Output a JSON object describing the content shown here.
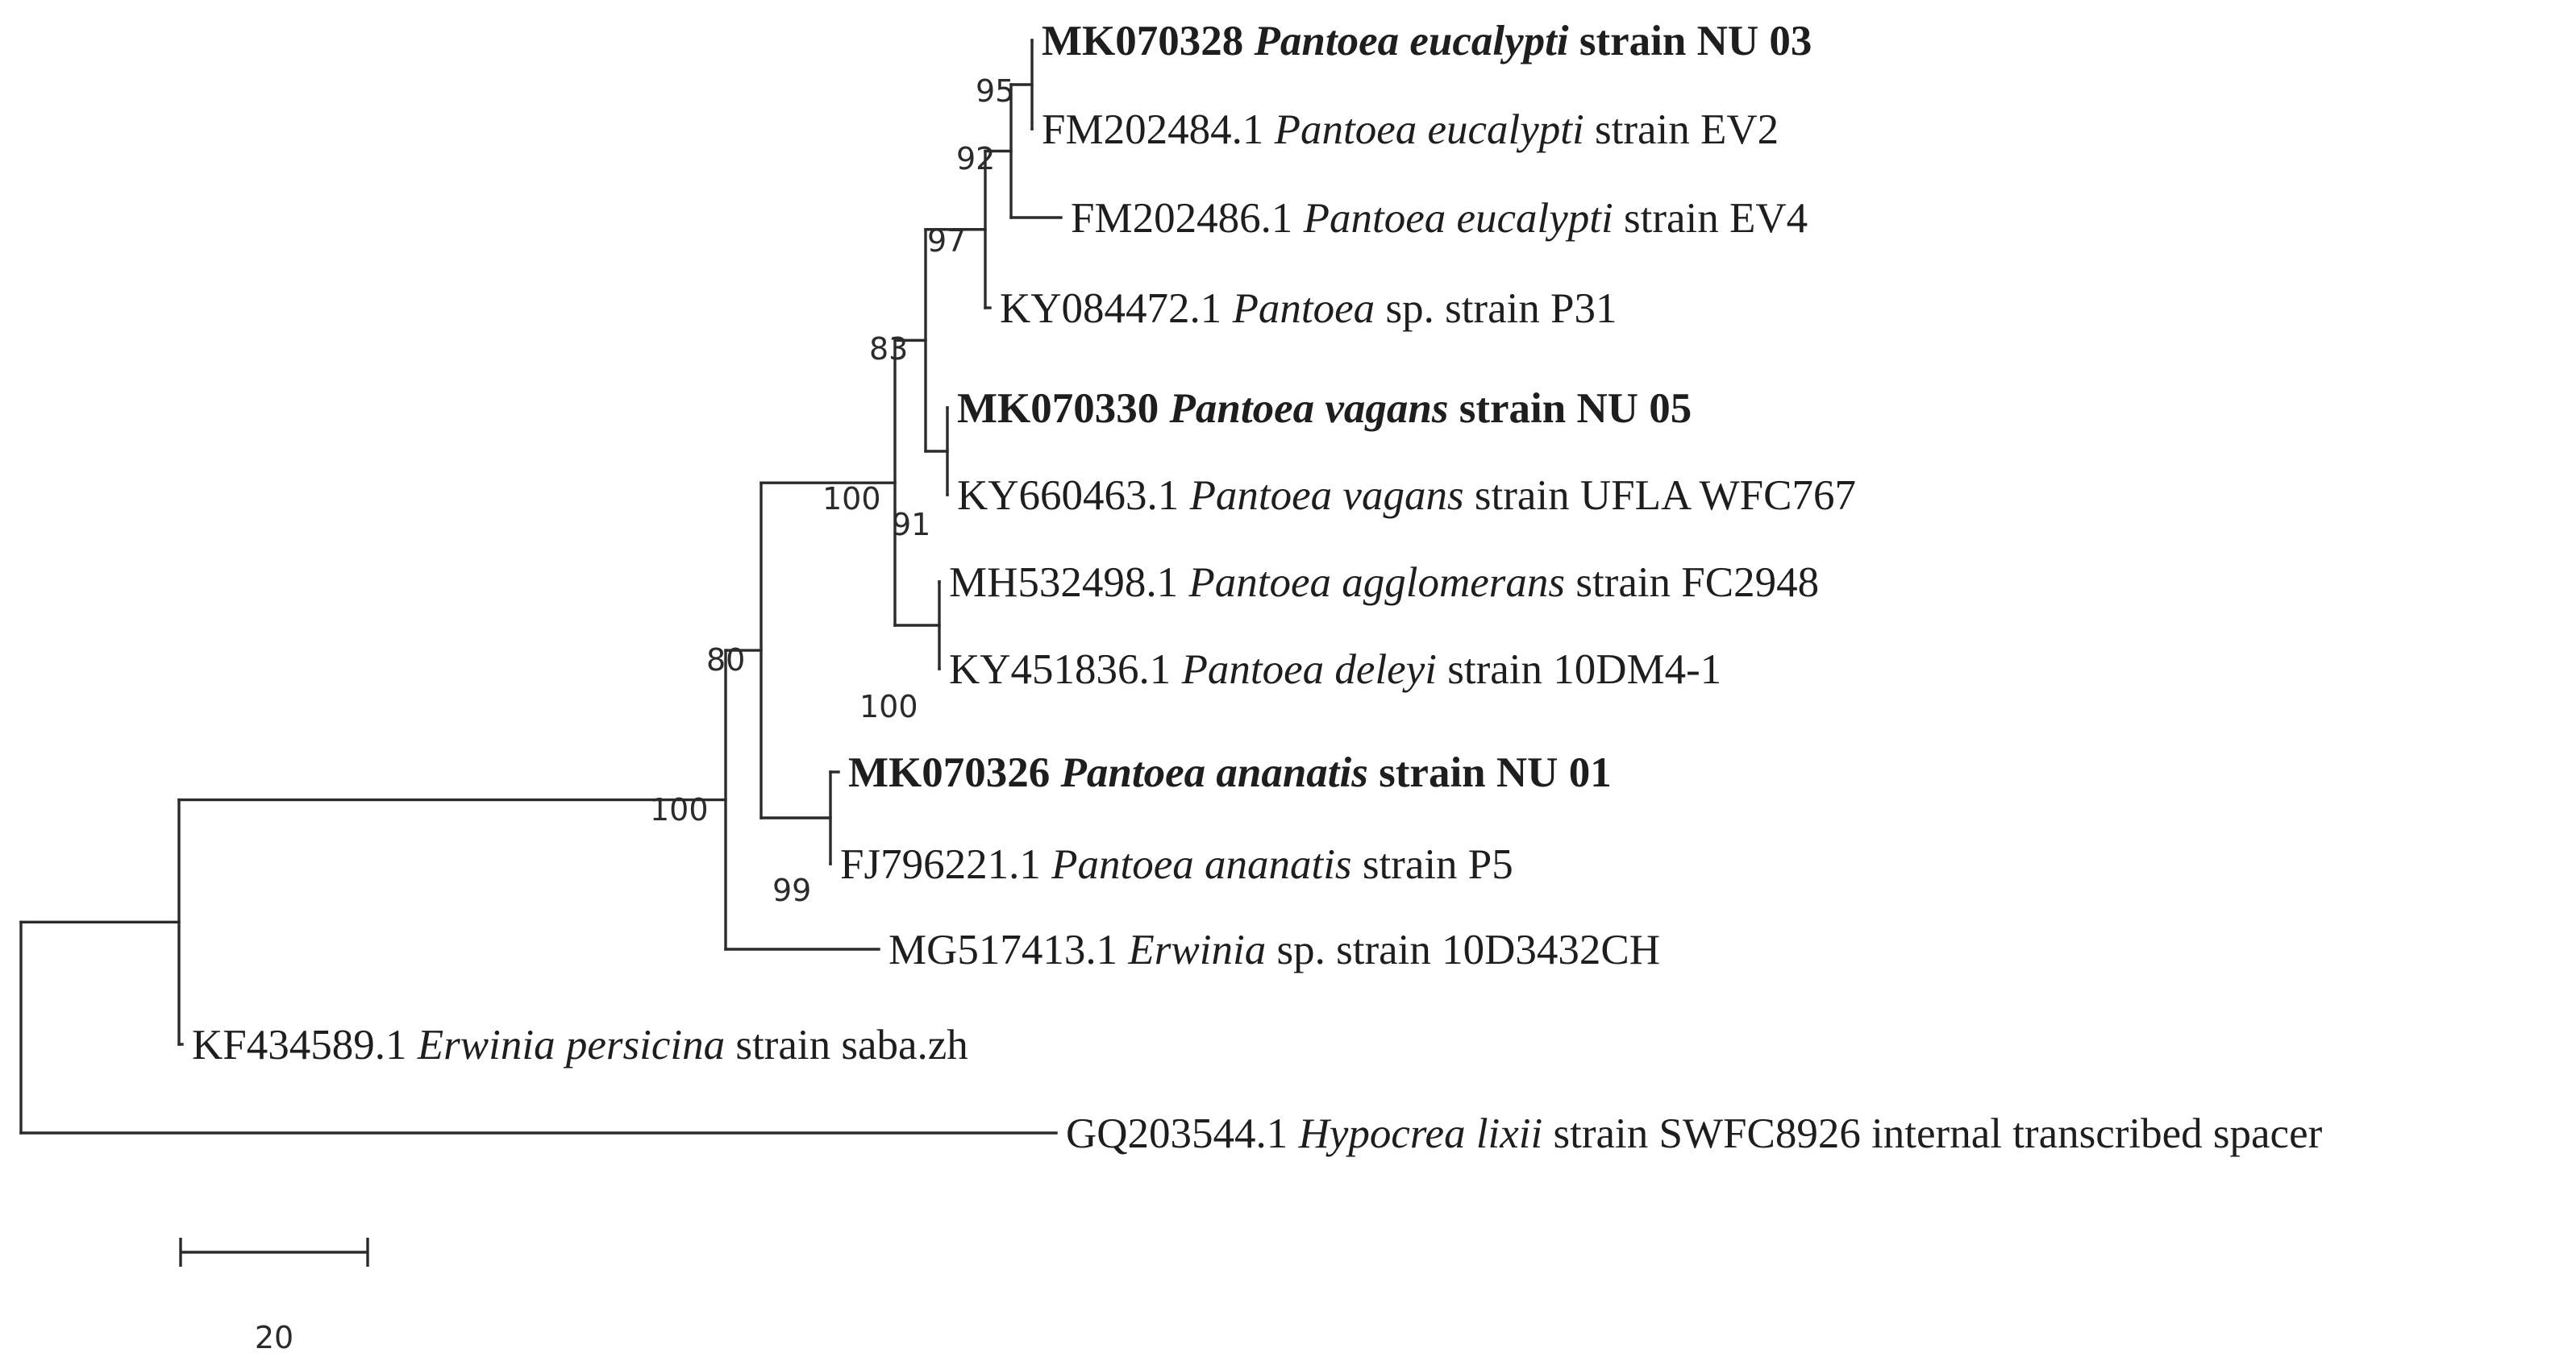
{
  "tree": {
    "taxa": [
      {
        "id": "mk070328",
        "accession": "MK070328",
        "species": "Pantoea eucalypti",
        "strain": "strain NU 03",
        "bold": true
      },
      {
        "id": "fm202484",
        "accession": "FM202484.1",
        "species": "Pantoea eucalypti",
        "strain": "strain EV2",
        "bold": false
      },
      {
        "id": "fm202486",
        "accession": "FM202486.1",
        "species": "Pantoea eucalypti",
        "strain": "strain EV4",
        "bold": false
      },
      {
        "id": "ky084472",
        "accession": "KY084472.1",
        "species": "Pantoea",
        "strain": "sp. strain P31",
        "bold": false
      },
      {
        "id": "mk070330",
        "accession": "MK070330",
        "species": "Pantoea vagans",
        "strain": "strain NU 05",
        "bold": true
      },
      {
        "id": "ky660463",
        "accession": "KY660463.1",
        "species": "Pantoea vagans",
        "strain": "strain UFLA WFC767",
        "bold": false
      },
      {
        "id": "mh532498",
        "accession": "MH532498.1",
        "species": "Pantoea agglomerans",
        "strain": "strain FC2948",
        "bold": false
      },
      {
        "id": "ky451836",
        "accession": "KY451836.1",
        "species": "Pantoea deleyi",
        "strain": "strain 10DM4-1",
        "bold": false
      },
      {
        "id": "mk070326",
        "accession": "MK070326",
        "species": "Pantoea ananatis",
        "strain": "strain NU 01",
        "bold": true
      },
      {
        "id": "fj796221",
        "accession": "FJ796221.1",
        "species": "Pantoea ananatis",
        "strain": "strain P5",
        "bold": false
      },
      {
        "id": "mg517413",
        "accession": "MG517413.1",
        "species": "Erwinia",
        "strain": "sp. strain 10D3432CH",
        "bold": false
      },
      {
        "id": "kf434589",
        "accession": "KF434589.1",
        "species": "Erwinia persicina",
        "strain": "strain saba.zh",
        "bold": false
      },
      {
        "id": "gq203544",
        "accession": "GQ203544.1",
        "species": "Hypocrea lixii",
        "strain": "strain SWFC8926 internal transcribed spacer",
        "bold": false
      }
    ],
    "bootstrap": [
      {
        "id": "node-eucalypti-pair",
        "value": "95"
      },
      {
        "id": "node-eucalypti-trio",
        "value": "92"
      },
      {
        "id": "node-eucalypti-group",
        "value": "97"
      },
      {
        "id": "node-eucalypti-vagans",
        "value": "83"
      },
      {
        "id": "node-pantoea-core",
        "value": "100"
      },
      {
        "id": "node-vagans-pair",
        "value": "91"
      },
      {
        "id": "node-agglomerans-deleyi",
        "value": "100"
      },
      {
        "id": "node-pantoea-all",
        "value": "80"
      },
      {
        "id": "node-ingroup",
        "value": "100"
      },
      {
        "id": "node-ananatis-pair",
        "value": "99"
      }
    ],
    "scale_bar": {
      "label": "20"
    }
  }
}
